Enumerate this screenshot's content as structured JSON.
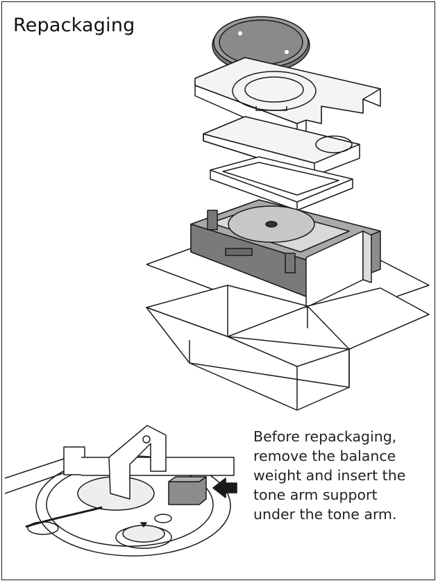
{
  "page": {
    "title": "Repackaging",
    "instruction_lines": [
      "Before repackaging,",
      "remove the balance",
      "weight and insert the",
      "tone arm support",
      "under the tone arm."
    ]
  },
  "colors": {
    "line": "#1a1a1a",
    "cushion": "#8c8c8c",
    "cushion_dark": "#6f6f6f",
    "platter": "#d9d9d9",
    "support_block": "#9a9a9a"
  }
}
